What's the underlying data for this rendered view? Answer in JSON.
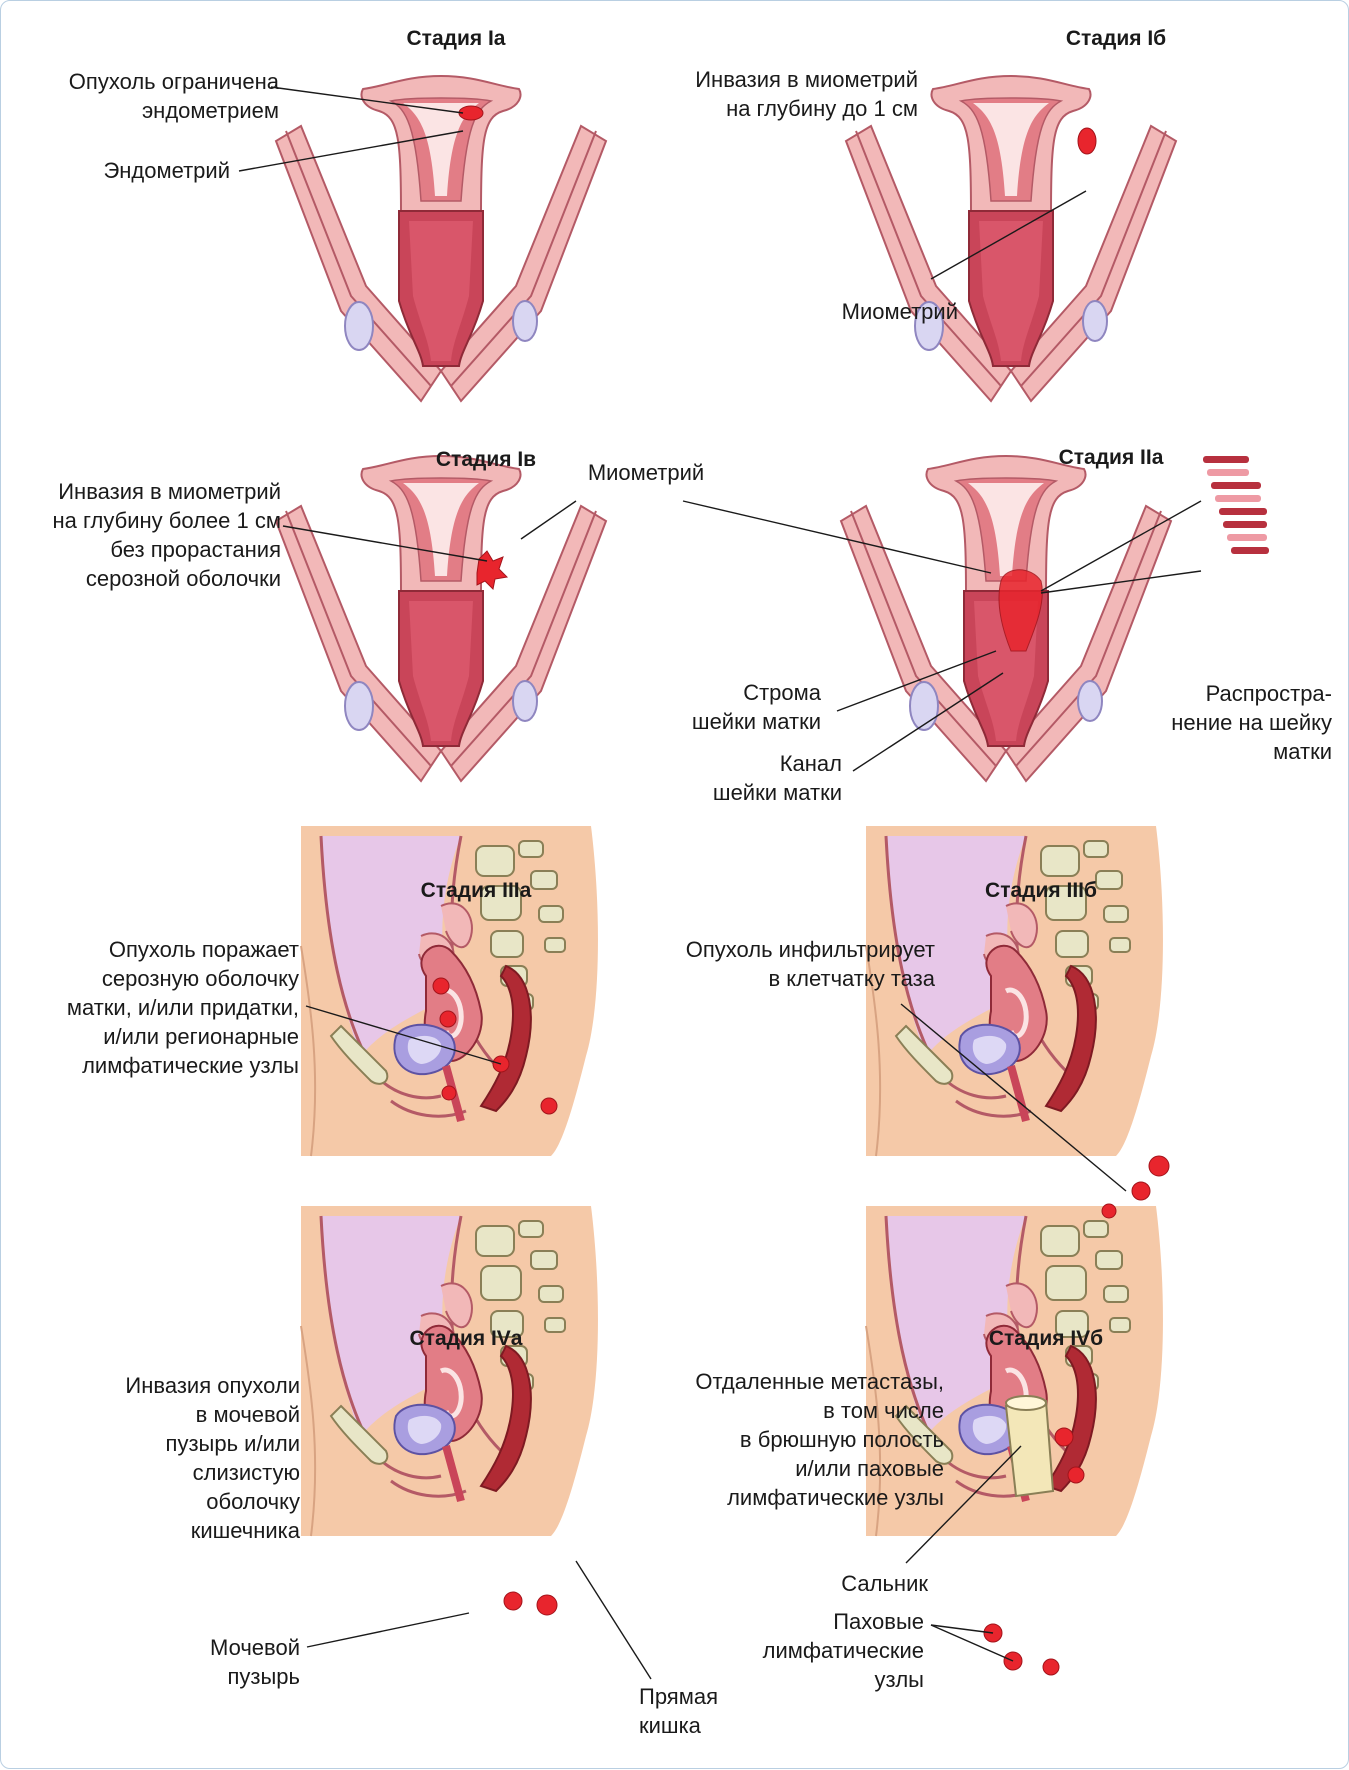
{
  "colors": {
    "uterus_outer": "#f2b8b8",
    "uterus_mid": "#e27d86",
    "cervix": "#c94559",
    "lumen": "#fbe4e4",
    "tumor": "#e8252d",
    "ovary": "#d9d6f2",
    "skin": "#f5c9a8",
    "peritoneum": "#e7c7e8",
    "bone": "#e8e6c7",
    "bladder": "#a99ee0",
    "rectum": "#b02a34",
    "stripe_dark": "#b7303e",
    "stripe_light": "#ee9aa4"
  },
  "stages": {
    "s1a": "Стадия Iа",
    "s1b": "Стадия Iб",
    "s1c": "Стадия Iв",
    "s2a": "Стадия IIа",
    "s3a": "Стадия IIIа",
    "s3b": "Стадия IIIб",
    "s4a": "Стадия IVа",
    "s4b": "Стадия IVб"
  },
  "labels": {
    "tumor_endometrium": "Опухоль ограничена\nэндометрием",
    "endometrium": "Эндометрий",
    "invasion_1cm": "Инвазия в миометрий\nна глубину до 1 см",
    "myometrium_1b": "Миометрий",
    "invasion_more": "Инвазия в миометрий\nна глубину более 1 см\nбез прорастания\nсерозной оболочки",
    "myometrium_mid": "Миометрий",
    "cervix_stroma": "Строма\nшейки матки",
    "cervix_canal": "Канал\nшейки матки",
    "spread_cervix": "Распростра-\nнение на шейку\nматки",
    "serosa": "Опухоль поражает\nсерозную оболочку\nматки, и/или придатки,\nи/или регионарные\nлимфатические узлы",
    "pelvic_fat": "Опухоль инфильтрирует\nв клетчатку таза",
    "bladder_invasion": "Инвазия опухоли\nв мочевой\nпузырь и/или\nслизистую\nоболочку\nкишечника",
    "bladder": "Мочевой\nпузырь",
    "rectum": "Прямая\nкишка",
    "distant": "Отдаленные метастазы,\nв том числе\nв брюшную полость\nи/или паховые\nлимфатические узлы",
    "omentum": "Сальник",
    "inguinal": "Паховые\nлимфатические\nузлы"
  }
}
